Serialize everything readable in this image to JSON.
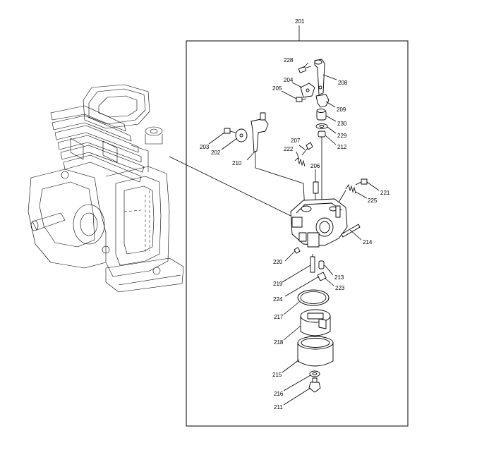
{
  "assembly": {
    "number": "201"
  },
  "callouts": [
    {
      "id": "228",
      "text": "228"
    },
    {
      "id": "208",
      "text": "208"
    },
    {
      "id": "204",
      "text": "204"
    },
    {
      "id": "205",
      "text": "205"
    },
    {
      "id": "209",
      "text": "209"
    },
    {
      "id": "230",
      "text": "230"
    },
    {
      "id": "229",
      "text": "229"
    },
    {
      "id": "203",
      "text": "203"
    },
    {
      "id": "202",
      "text": "202"
    },
    {
      "id": "207",
      "text": "207"
    },
    {
      "id": "212",
      "text": "212"
    },
    {
      "id": "222",
      "text": "222"
    },
    {
      "id": "210",
      "text": "210"
    },
    {
      "id": "206",
      "text": "206"
    },
    {
      "id": "221",
      "text": "221"
    },
    {
      "id": "225",
      "text": "225"
    },
    {
      "id": "214",
      "text": "214"
    },
    {
      "id": "220",
      "text": "220"
    },
    {
      "id": "213",
      "text": "213"
    },
    {
      "id": "219",
      "text": "219"
    },
    {
      "id": "223",
      "text": "223"
    },
    {
      "id": "224",
      "text": "224"
    },
    {
      "id": "217",
      "text": "217"
    },
    {
      "id": "218",
      "text": "218"
    },
    {
      "id": "215",
      "text": "215"
    },
    {
      "id": "216",
      "text": "216"
    },
    {
      "id": "211",
      "text": "211"
    }
  ]
}
